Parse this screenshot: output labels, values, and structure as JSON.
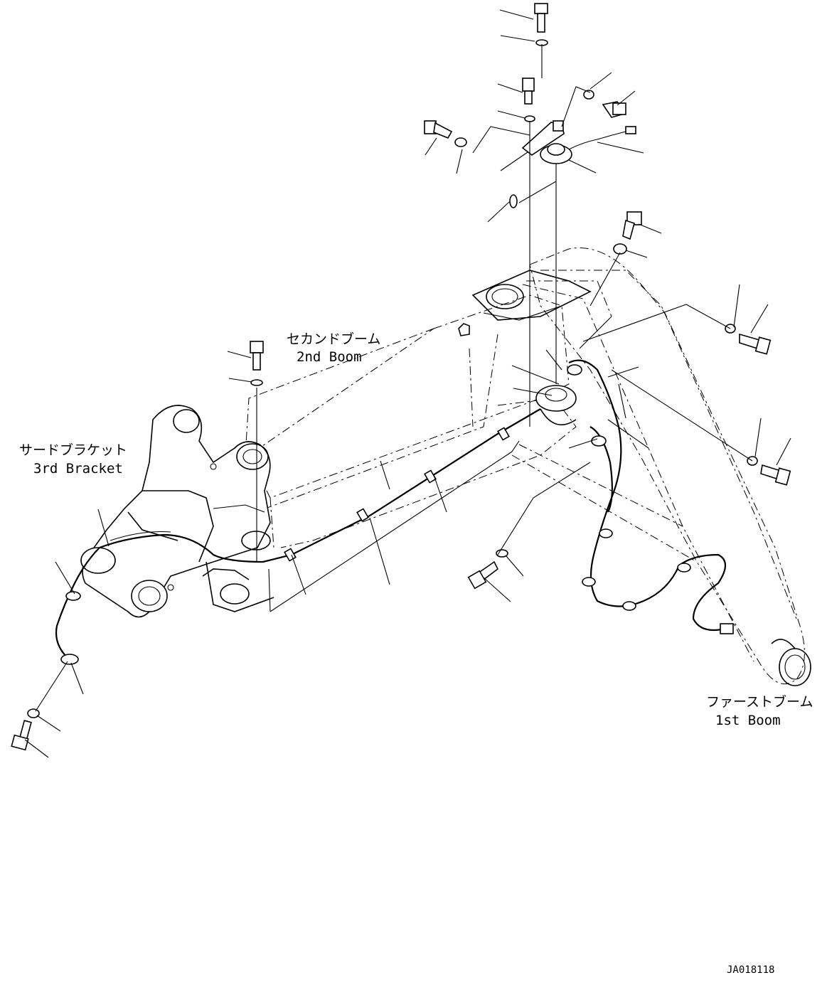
{
  "labels": {
    "second_boom_jp": "セカンドブーム",
    "second_boom_en": "2nd Boom",
    "third_bracket_jp": "サードブラケット",
    "third_bracket_en": "3rd Bracket",
    "first_boom_jp": "ファーストブーム",
    "first_boom_en": "1st Boom"
  },
  "drawing_ref": "JA018118"
}
